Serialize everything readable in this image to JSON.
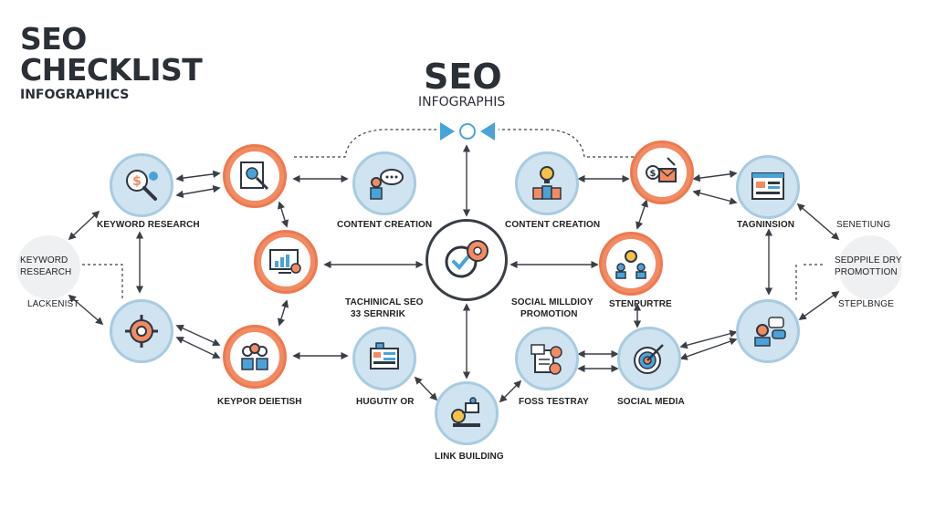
{
  "header": {
    "title_line1": "SEO",
    "title_line2": "CHECKLIST",
    "subtitle": "INFOGRAPHICS"
  },
  "center": {
    "title": "SEO",
    "subtitle": "INFOGRAPHIS"
  },
  "labels": {
    "keyword_research_top": "KEYWORD RESEARCH",
    "keyword_research_side_1": "KEYWORD",
    "keyword_research_side_2": "RESEARCH",
    "lackenist": "LACKENIST",
    "content_creation_left": "CONTENT CREATION",
    "content_creation_right": "CONTENT CREATION",
    "technical_seo_1": "TACHINICAL SEO",
    "technical_seo_2": "33 SERNRIK",
    "social_promotion_1": "SOCIAL MILLDIOY",
    "social_promotion_2": "PROMOTION",
    "keypor": "KEYPOR DEIETISH",
    "hugutiy": "HUGUTIY OR",
    "link_building": "LINK BUILDING",
    "foss": "FOSS TESTRAY",
    "social_media": "SOCIAL MEDIA",
    "stenpurtre": "STENPURTRE",
    "tagninsion": "TAGNINSION",
    "senetiung": "SENETIUNG",
    "seppile_1": "SEDPPILE DRY",
    "seppile_2": "PROMOTTION",
    "steplbnge": "STEPLBNGE"
  },
  "colors": {
    "accent_orange": "#f28b63",
    "accent_blue": "#cfe3f0",
    "icon_dark": "#2f3640",
    "pointer_blue": "#4aa3d8"
  },
  "icons": {
    "top_pointer": "navigation-pointer-icon",
    "hub": "checkmark-gear-icon"
  }
}
